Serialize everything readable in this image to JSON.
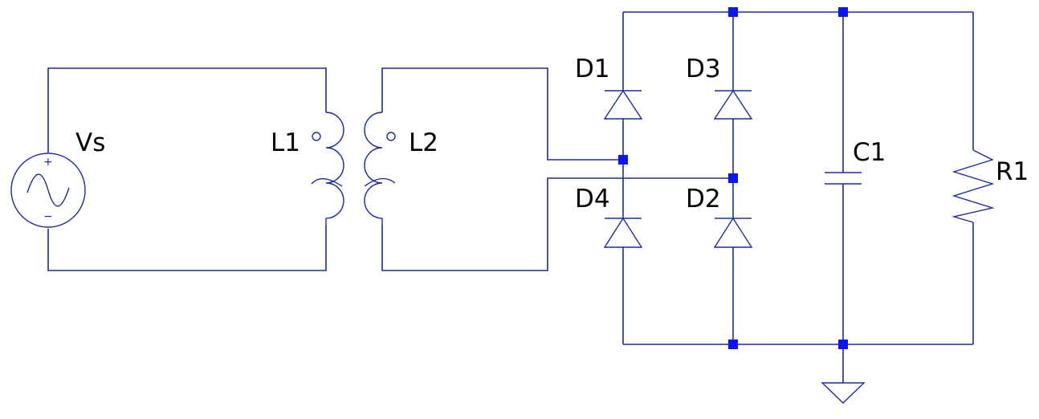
{
  "colors": {
    "wire": "#1f2a9e",
    "junction": "#0a14ff",
    "label": "#000000",
    "background": "#ffffff"
  },
  "components": {
    "source": {
      "label": "Vs",
      "plus": "+",
      "minus": "−"
    },
    "primary_inductor": {
      "label": "L1"
    },
    "secondary_inductor": {
      "label": "L2"
    },
    "diode_1": {
      "label": "D1"
    },
    "diode_2": {
      "label": "D2"
    },
    "diode_3": {
      "label": "D3"
    },
    "diode_4": {
      "label": "D4"
    },
    "capacitor": {
      "label": "C1"
    },
    "resistor": {
      "label": "R1"
    }
  }
}
